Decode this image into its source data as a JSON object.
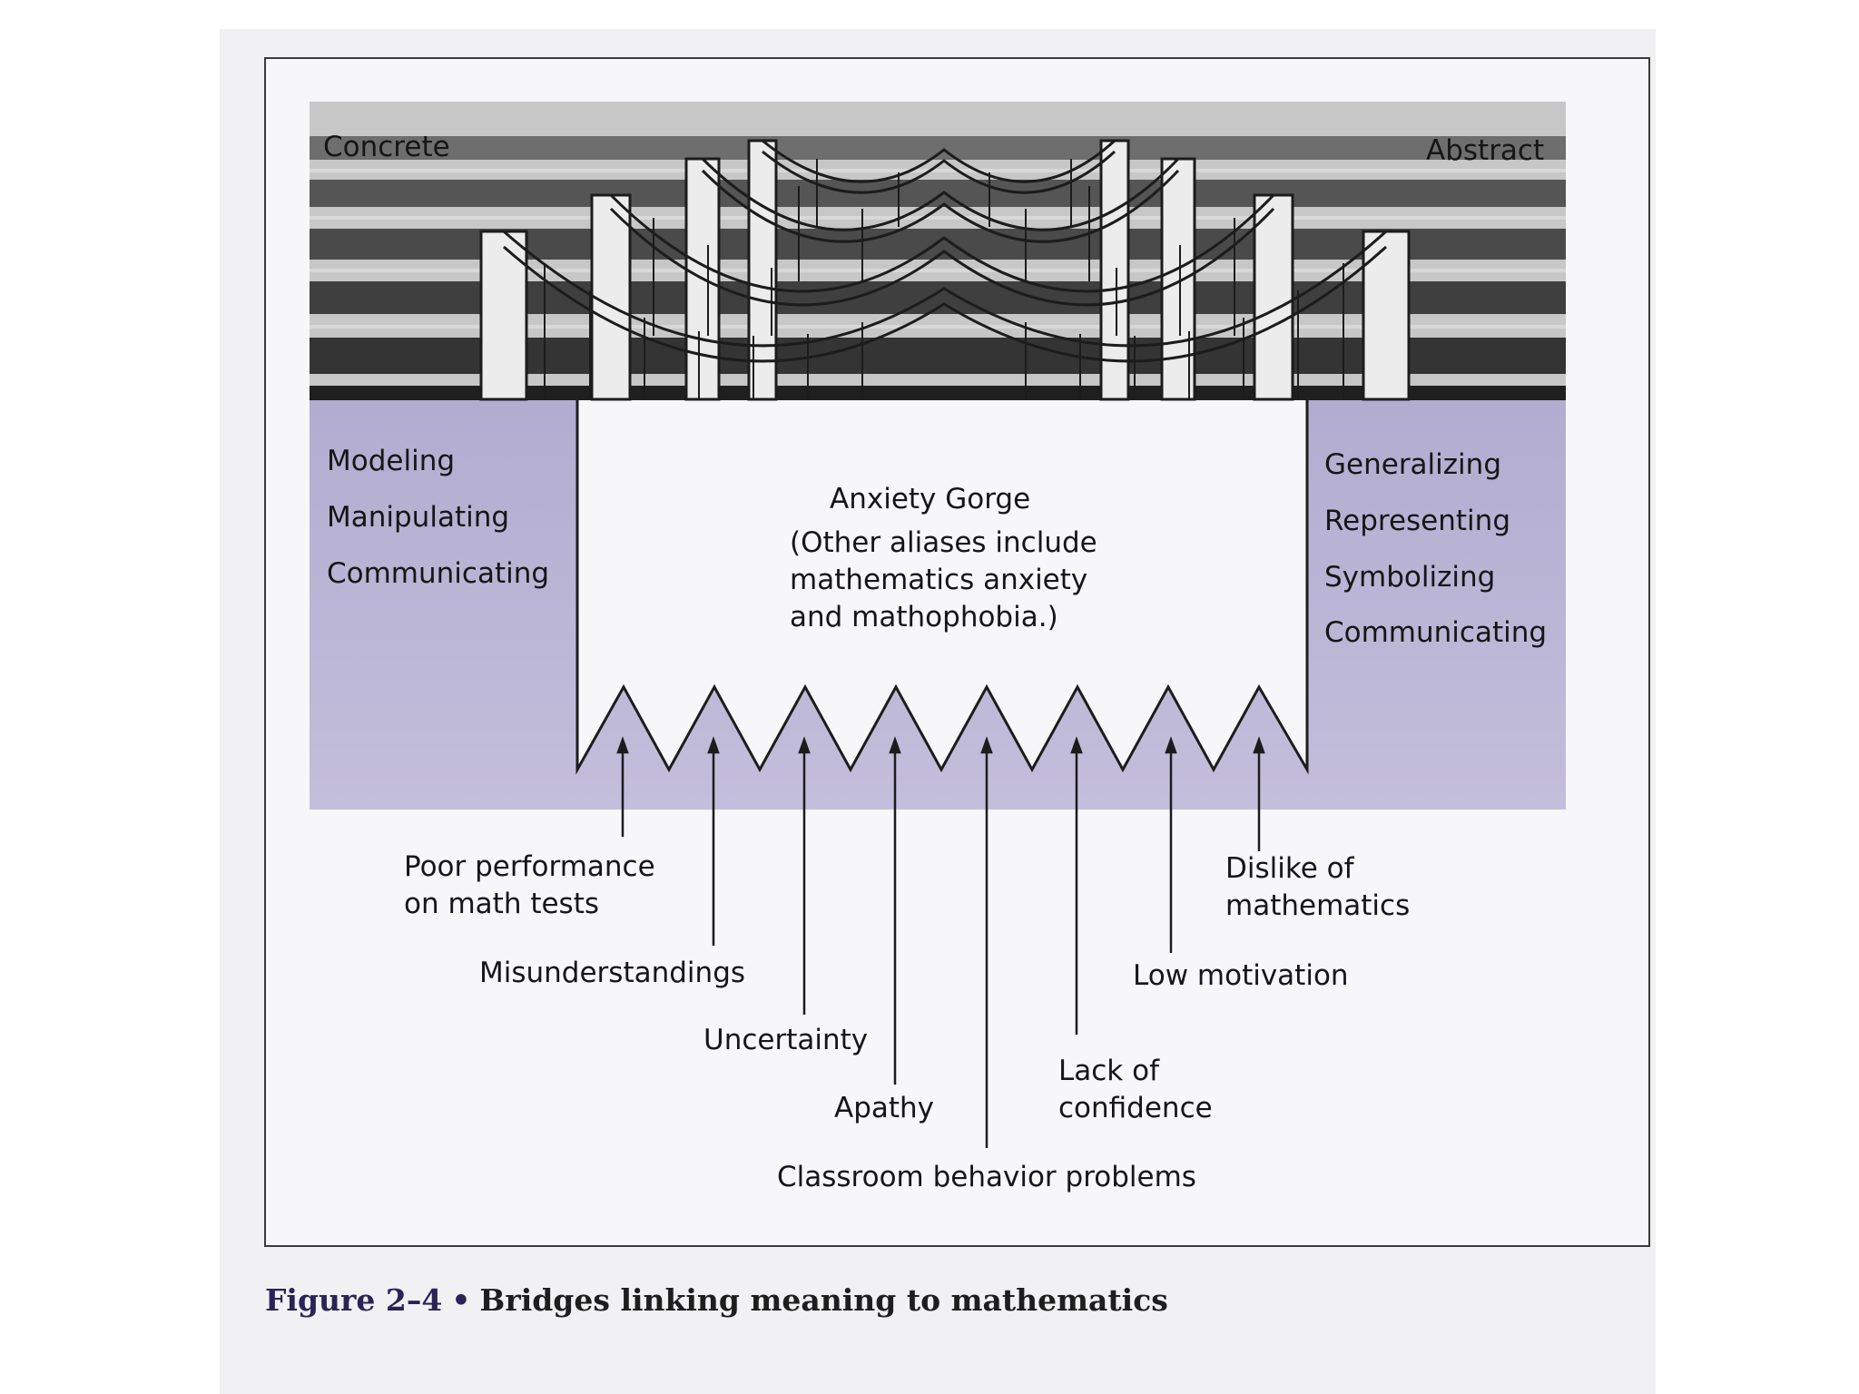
{
  "header": {
    "left": "Concrete",
    "right": "Abstract"
  },
  "left_cliff": [
    "Modeling",
    "Manipulating",
    "Communicating"
  ],
  "right_cliff": [
    "Generalizing",
    "Representing",
    "Symbolizing",
    "Communicating"
  ],
  "gorge": {
    "title": "Anxiety Gorge",
    "subtitle": [
      "(Other aliases include",
      "mathematics anxiety",
      "and mathophobia.)"
    ]
  },
  "problems": {
    "poor_performance": [
      "Poor performance",
      "on math tests"
    ],
    "misunderstandings": "Misunderstandings",
    "uncertainty": "Uncertainty",
    "apathy": "Apathy",
    "classroom": "Classroom behavior problems",
    "lack_confidence": [
      "Lack of",
      "confidence"
    ],
    "low_motivation": "Low motivation",
    "dislike": [
      "Dislike of",
      "mathematics"
    ]
  },
  "caption": {
    "figure": "Figure 2–4",
    "separator": "•",
    "title": "Bridges linking meaning to mathematics"
  },
  "colors": {
    "cliff": "#b8b3d2",
    "band_dark": "#2f2f2f",
    "band_light": "#8b8b8b",
    "outline": "#1c1c1c"
  }
}
